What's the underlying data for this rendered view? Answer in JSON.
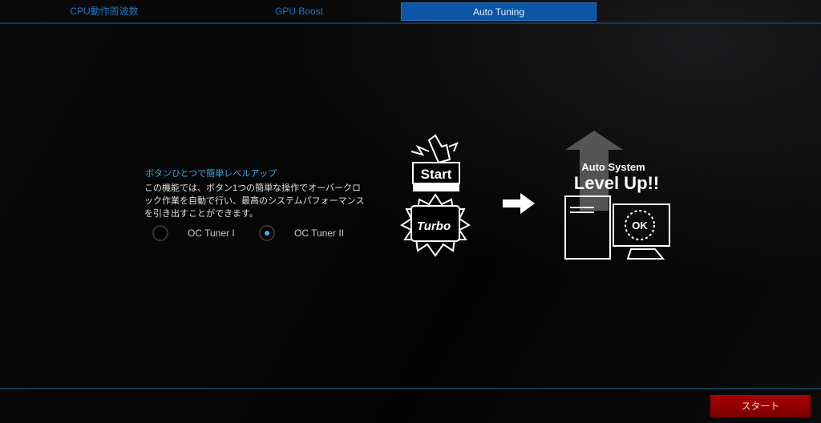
{
  "tabs": [
    {
      "label": "CPU動作周波数"
    },
    {
      "label": "GPU Boost"
    },
    {
      "label": "Auto Tuning"
    }
  ],
  "main": {
    "heading": "ボタンひとつで簡単レベルアップ",
    "description": "この機能では、ボタン1つの簡単な操作でオーバークロック作業を自動で行い、最高のシステムパフォーマンスを引き出すことができます。",
    "options": [
      {
        "label": "OC Tuner I",
        "selected": false
      },
      {
        "label": "OC Tuner II",
        "selected": true
      }
    ]
  },
  "illustration": {
    "start": "Start",
    "turbo": "Turbo",
    "line1": "Auto System",
    "line2": "Level Up!!",
    "ok": "OK"
  },
  "footer": {
    "start_label": "スタート"
  },
  "colors": {
    "accent": "#0c56a8",
    "start": "#a00000",
    "radio_dot": "#3db4f0"
  }
}
